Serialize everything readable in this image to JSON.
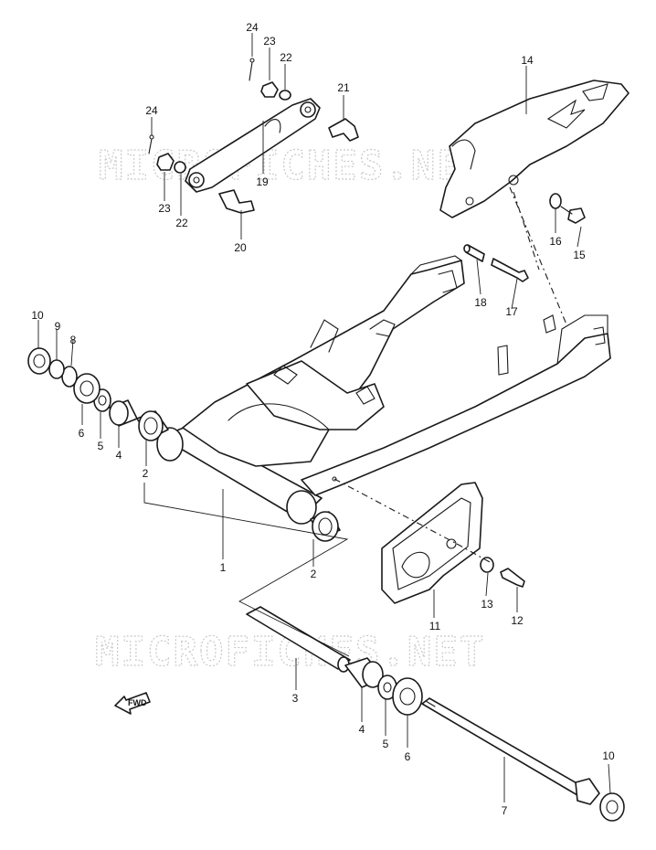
{
  "watermark": {
    "text_top": "MICROFICHES.NET",
    "text_bottom": "MICROFICHES.NET"
  },
  "fwd_label": "FWD",
  "callouts": {
    "p1": "1",
    "p2a": "2",
    "p2b": "2",
    "p3": "3",
    "p4a": "4",
    "p4b": "4",
    "p5a": "5",
    "p5b": "5",
    "p6a": "6",
    "p6b": "6",
    "p7": "7",
    "p8": "8",
    "p9": "9",
    "p10a": "10",
    "p10b": "10",
    "p11": "11",
    "p12": "12",
    "p13": "13",
    "p14": "14",
    "p15": "15",
    "p16": "16",
    "p17": "17",
    "p18": "18",
    "p19": "19",
    "p20": "20",
    "p21": "21",
    "p22a": "22",
    "p22b": "22",
    "p23a": "23",
    "p23b": "23",
    "p24a": "24",
    "p24b": "24"
  }
}
